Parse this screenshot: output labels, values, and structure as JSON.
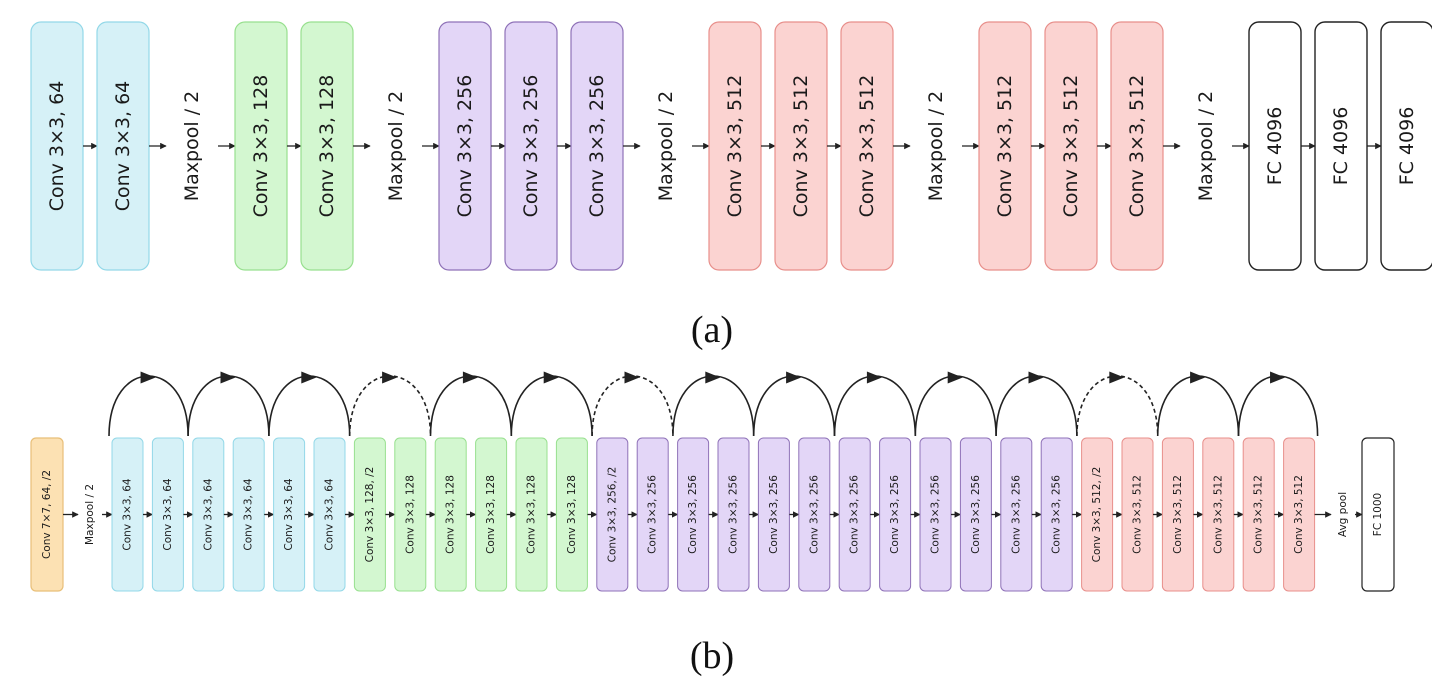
{
  "colors": {
    "blue": {
      "fill": "#d6f1f7",
      "stroke": "#93d8e8"
    },
    "green": {
      "fill": "#d3f7d0",
      "stroke": "#98e08f"
    },
    "purple": {
      "fill": "#e3d6f7",
      "stroke": "#8f72b8"
    },
    "red": {
      "fill": "#fbd3d1",
      "stroke": "#e88f8b"
    },
    "white": {
      "fill": "#ffffff",
      "stroke": "#222222"
    },
    "orange": {
      "fill": "#fce1b3",
      "stroke": "#e8bf79"
    },
    "line": "#222222"
  },
  "diagram_a": {
    "caption": "(a)",
    "sequence": [
      {
        "kind": "block",
        "label": "Conv 3×3, 64",
        "color": "blue"
      },
      {
        "kind": "block",
        "label": "Conv 3×3, 64",
        "color": "blue"
      },
      {
        "kind": "text",
        "label": "Maxpool / 2"
      },
      {
        "kind": "block",
        "label": "Conv 3×3, 128",
        "color": "green"
      },
      {
        "kind": "block",
        "label": "Conv 3×3, 128",
        "color": "green"
      },
      {
        "kind": "text",
        "label": "Maxpool / 2"
      },
      {
        "kind": "block",
        "label": "Conv 3×3, 256",
        "color": "purple"
      },
      {
        "kind": "block",
        "label": "Conv 3×3, 256",
        "color": "purple"
      },
      {
        "kind": "block",
        "label": "Conv 3×3, 256",
        "color": "purple"
      },
      {
        "kind": "text",
        "label": "Maxpool / 2"
      },
      {
        "kind": "block",
        "label": "Conv 3×3, 512",
        "color": "red"
      },
      {
        "kind": "block",
        "label": "Conv 3×3, 512",
        "color": "red"
      },
      {
        "kind": "block",
        "label": "Conv 3×3, 512",
        "color": "red"
      },
      {
        "kind": "text",
        "label": "Maxpool / 2"
      },
      {
        "kind": "block",
        "label": "Conv 3×3, 512",
        "color": "red"
      },
      {
        "kind": "block",
        "label": "Conv 3×3, 512",
        "color": "red"
      },
      {
        "kind": "block",
        "label": "Conv 3×3, 512",
        "color": "red"
      },
      {
        "kind": "text",
        "label": "Maxpool / 2"
      },
      {
        "kind": "block",
        "label": "FC 4096",
        "color": "white"
      },
      {
        "kind": "block",
        "label": "FC 4096",
        "color": "white"
      },
      {
        "kind": "block",
        "label": "FC 4096",
        "color": "white"
      }
    ]
  },
  "diagram_b": {
    "caption": "(b)",
    "first": {
      "label": "Conv 7×7, 64, /2",
      "color": "orange"
    },
    "pool": "Maxpool / 2",
    "blocks": [
      {
        "label": "Conv 3×3, 64",
        "color": "blue"
      },
      {
        "label": "Conv 3×3, 64",
        "color": "blue"
      },
      {
        "label": "Conv 3×3, 64",
        "color": "blue"
      },
      {
        "label": "Conv 3×3, 64",
        "color": "blue"
      },
      {
        "label": "Conv 3×3, 64",
        "color": "blue"
      },
      {
        "label": "Conv 3×3, 64",
        "color": "blue"
      },
      {
        "label": "Conv 3×3, 128, /2",
        "color": "green"
      },
      {
        "label": "Conv 3×3, 128",
        "color": "green"
      },
      {
        "label": "Conv 3×3, 128",
        "color": "green"
      },
      {
        "label": "Conv 3×3, 128",
        "color": "green"
      },
      {
        "label": "Conv 3×3, 128",
        "color": "green"
      },
      {
        "label": "Conv 3×3, 128",
        "color": "green"
      },
      {
        "label": "Conv 3×3, 256, /2",
        "color": "purple"
      },
      {
        "label": "Conv 3×3, 256",
        "color": "purple"
      },
      {
        "label": "Conv 3×3, 256",
        "color": "purple"
      },
      {
        "label": "Conv 3×3, 256",
        "color": "purple"
      },
      {
        "label": "Conv 3×3, 256",
        "color": "purple"
      },
      {
        "label": "Conv 3×3, 256",
        "color": "purple"
      },
      {
        "label": "Conv 3×3, 256",
        "color": "purple"
      },
      {
        "label": "Conv 3×3, 256",
        "color": "purple"
      },
      {
        "label": "Conv 3×3, 256",
        "color": "purple"
      },
      {
        "label": "Conv 3×3, 256",
        "color": "purple"
      },
      {
        "label": "Conv 3×3, 256",
        "color": "purple"
      },
      {
        "label": "Conv 3×3, 256",
        "color": "purple"
      },
      {
        "label": "Conv 3×3, 512, /2",
        "color": "red"
      },
      {
        "label": "Conv 3×3, 512",
        "color": "red"
      },
      {
        "label": "Conv 3×3, 512",
        "color": "red"
      },
      {
        "label": "Conv 3×3, 512",
        "color": "red"
      },
      {
        "label": "Conv 3×3, 512",
        "color": "red"
      },
      {
        "label": "Conv 3×3, 512",
        "color": "red"
      }
    ],
    "skips": [
      {
        "from": 0,
        "to": 2,
        "style": "solid"
      },
      {
        "from": 2,
        "to": 4,
        "style": "solid"
      },
      {
        "from": 4,
        "to": 6,
        "style": "solid"
      },
      {
        "from": 6,
        "to": 8,
        "style": "dashed"
      },
      {
        "from": 8,
        "to": 10,
        "style": "solid"
      },
      {
        "from": 10,
        "to": 12,
        "style": "solid"
      },
      {
        "from": 12,
        "to": 14,
        "style": "dashed"
      },
      {
        "from": 14,
        "to": 16,
        "style": "solid"
      },
      {
        "from": 16,
        "to": 18,
        "style": "solid"
      },
      {
        "from": 18,
        "to": 20,
        "style": "solid"
      },
      {
        "from": 20,
        "to": 22,
        "style": "solid"
      },
      {
        "from": 22,
        "to": 24,
        "style": "solid"
      },
      {
        "from": 24,
        "to": 26,
        "style": "dashed"
      },
      {
        "from": 26,
        "to": 28,
        "style": "solid"
      },
      {
        "from": 28,
        "to": 30,
        "style": "solid"
      }
    ],
    "avgpool": "Avg pool",
    "fc": {
      "label": "FC 1000",
      "color": "white"
    }
  }
}
